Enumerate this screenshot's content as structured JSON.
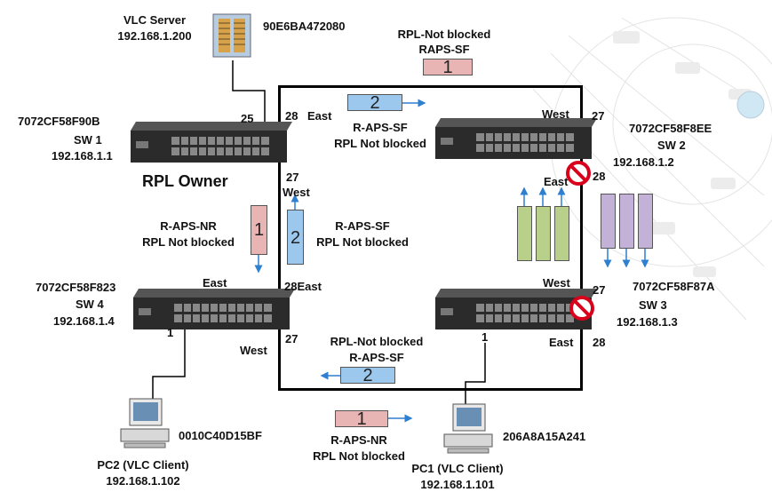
{
  "server": {
    "label": "VLC Server",
    "ip": "192.168.1.200",
    "mac": "90E6BA472080"
  },
  "sw1": {
    "mac": "7072CF58F90B",
    "name": "SW 1",
    "ip": "192.168.1.1",
    "role": "RPL Owner",
    "port_server": "25",
    "port_east": "28",
    "east": "East",
    "port_west": "27",
    "west": "West"
  },
  "sw2": {
    "mac": "7072CF58F8EE",
    "name": "SW 2",
    "ip": "192.168.1.2",
    "west": "West",
    "port_west": "27",
    "east": "East",
    "port_east": "28"
  },
  "sw3": {
    "mac": "7072CF58F87A",
    "name": "SW 3",
    "ip": "192.168.1.3",
    "west": "West",
    "port_west": "27",
    "east": "East",
    "port_east": "28",
    "port_pc": "1"
  },
  "sw4": {
    "mac": "7072CF58F823",
    "name": "SW 4",
    "ip": "192.168.1.4",
    "east": "East",
    "port_east": "28East",
    "west": "West",
    "port_west": "27",
    "port_pc": "1"
  },
  "pc1": {
    "mac": "206A8A15A241",
    "name": "PC1 (VLC Client)",
    "ip": "192.168.1.101"
  },
  "pc2": {
    "mac": "0010C40D15BF",
    "name": "PC2 (VLC Client)",
    "ip": "192.168.1.102"
  },
  "messages": {
    "top_right_1": "RPL-Not blocked",
    "top_right_2": "RAPS-SF",
    "top_mid_1": "R-APS-SF",
    "top_mid_2": "RPL Not blocked",
    "left_1": "R-APS-NR",
    "left_2": "RPL Not blocked",
    "mid_left_1": "R-APS-SF",
    "mid_left_2": "RPL Not blocked",
    "bottom_ring_1": "RPL-Not blocked",
    "bottom_ring_2": "R-APS-SF",
    "bottom_1": "R-APS-NR",
    "bottom_2": "RPL Not blocked"
  },
  "packets": {
    "one": "1",
    "two": "2"
  },
  "colors": {
    "pink": "#e8b4b4",
    "blue": "#9cc8ee",
    "green": "#b9d08a",
    "purple": "#c4b1d8",
    "block": "#d9001b",
    "arrow": "#2f7fd0"
  }
}
